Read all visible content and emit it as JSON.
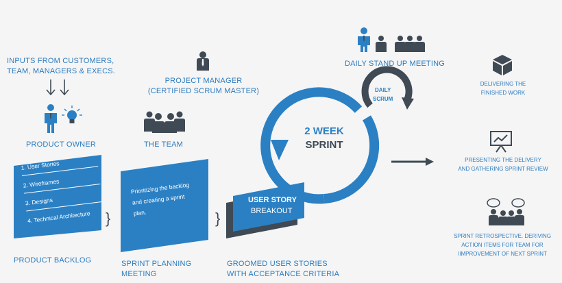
{
  "inputs": {
    "line1": "INPUTS FROM CUSTOMERS,",
    "line2": "TEAM, MANAGERS & EXECS."
  },
  "product_owner": "PRODUCT OWNER",
  "project_manager": {
    "line1": "PROJECT MANAGER",
    "line2": "(CERTIFIED SCRUM MASTER)"
  },
  "the_team": "THE TEAM",
  "daily_standup": "DAILY STAND UP MEETING",
  "daily_scrum": {
    "line1": "DAILY",
    "line2": "SCRUM"
  },
  "sprint": {
    "line1": "2 WEEK",
    "line2": "SPRINT"
  },
  "backlog": {
    "items": [
      "1. User Stories",
      "2. Wireframes",
      "3. Designs",
      "4. Technical Architecture"
    ],
    "label": "PRODUCT BACKLOG"
  },
  "planning": {
    "card_text_1": "Prioritizing the backlog",
    "card_text_2": "and creating a sprint",
    "card_text_3": "plan.",
    "label_1": "SPRINT PLANNING",
    "label_2": "MEETING"
  },
  "user_story": {
    "title": "USER STORY",
    "subtitle": "BREAKOUT",
    "label_1": "GROOMED USER STORIES",
    "label_2": "WITH ACCEPTANCE CRITERIA"
  },
  "outcomes": {
    "delivering_1": "DELIVERING THE",
    "delivering_2": "FINISHED WORK",
    "presenting_1": "PRESENTING THE DELIVERY",
    "presenting_2": "AND GATHERING SPRINT REVIEW",
    "retro_1": "SPRINT RETROSPECTIVE. DERIVING",
    "retro_2": "ACTION ITEMS FOR TEAM FOR",
    "retro_3": "\\IMPROVEMENT OF NEXT SPRINT"
  },
  "colors": {
    "accent": "#2b80c4",
    "dark": "#3f4a55",
    "background": "#f5f5f5"
  }
}
